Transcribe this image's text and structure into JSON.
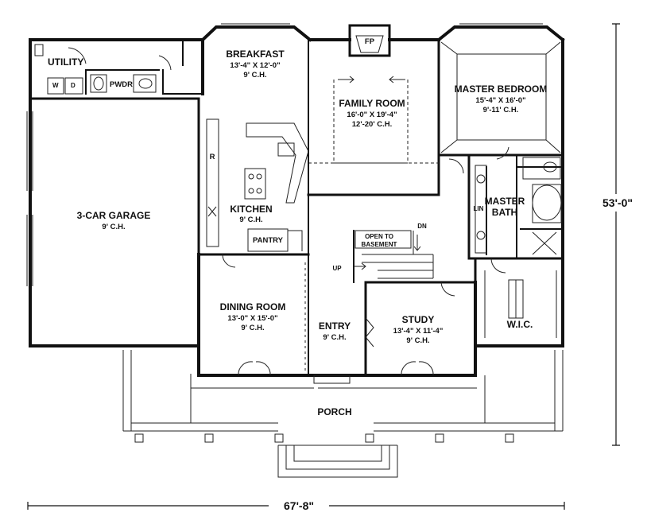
{
  "rooms": {
    "utility": {
      "name": "UTILITY"
    },
    "washer": {
      "name": "W"
    },
    "dryer": {
      "name": "D"
    },
    "powder": {
      "name": "PWDR"
    },
    "breakfast": {
      "name": "BREAKFAST",
      "size": "13'-4\" X 12'-0\"",
      "ceiling": "9' C.H."
    },
    "fireplace": {
      "name": "FP"
    },
    "family_room": {
      "name": "FAMILY ROOM",
      "size": "16'-0\" X 19'-4\"",
      "ceiling": "12'-20' C.H."
    },
    "master_bedroom": {
      "name": "MASTER BEDROOM",
      "size": "15'-4\" X 16'-0\"",
      "ceiling": "9'-11' C.H."
    },
    "garage": {
      "name": "3-CAR GARAGE",
      "ceiling": "9' C.H."
    },
    "refrigerator": {
      "name": "R"
    },
    "kitchen": {
      "name": "KITCHEN",
      "ceiling": "9' C.H."
    },
    "pantry": {
      "name": "PANTRY"
    },
    "open_basement": {
      "line1": "OPEN TO",
      "line2": "BASEMENT"
    },
    "stair_down": {
      "name": "DN"
    },
    "stair_up": {
      "name": "UP"
    },
    "linen": {
      "name": "LIN"
    },
    "master_bath": {
      "line1": "MASTER",
      "line2": "BATH"
    },
    "dining_room": {
      "name": "DINING ROOM",
      "size": "13'-0\" X 15'-0\"",
      "ceiling": "9' C.H."
    },
    "entry": {
      "name": "ENTRY",
      "ceiling": "9' C.H."
    },
    "study": {
      "name": "STUDY",
      "size": "13'-4\" X 11'-4\"",
      "ceiling": "9' C.H."
    },
    "wic": {
      "name": "W.I.C."
    },
    "porch": {
      "name": "PORCH"
    }
  },
  "dimensions": {
    "depth": "53'-0\"",
    "width": "67'-8\""
  }
}
